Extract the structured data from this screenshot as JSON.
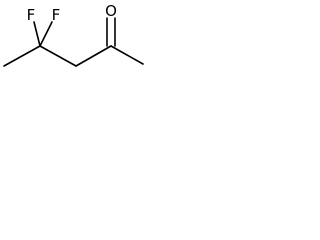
{
  "molecule": {
    "atoms": {
      "fluorine_left": "F",
      "fluorine_right": "F",
      "oxygen": "O"
    }
  }
}
